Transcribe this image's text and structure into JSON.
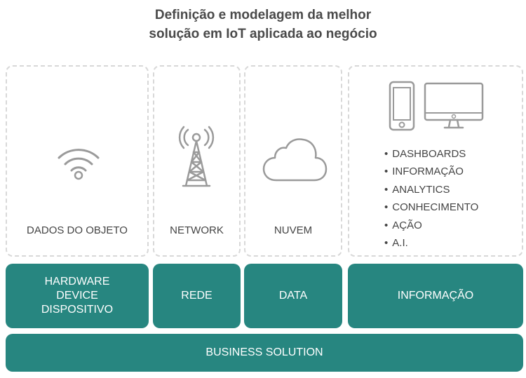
{
  "title": {
    "line1": "Definição e modelagem da melhor",
    "line2": "solução em IoT aplicada ao negócio"
  },
  "columns": [
    {
      "label": "DADOS DO OBJETO",
      "icon": "wifi-icon"
    },
    {
      "label": "NETWORK",
      "icon": "antenna-tower-icon"
    },
    {
      "label": "NUVEM",
      "icon": "cloud-icon"
    },
    {
      "icons": [
        "smartphone-icon",
        "monitor-icon"
      ],
      "bullets": [
        "DASHBOARDS",
        "INFORMAÇÃO",
        "ANALYTICS",
        "CONHECIMENTO",
        "AÇÃO",
        "A.I."
      ]
    }
  ],
  "boxes": {
    "hardware": [
      "HARDWARE",
      "DEVICE",
      "DISPOSITIVO"
    ],
    "rede": "REDE",
    "data": "DATA",
    "informacao": "INFORMAÇÃO"
  },
  "business": "BUSINESS SOLUTION",
  "colors": {
    "accent": "#278680",
    "icon": "#9a9a9a",
    "border": "#d8d8d8"
  }
}
